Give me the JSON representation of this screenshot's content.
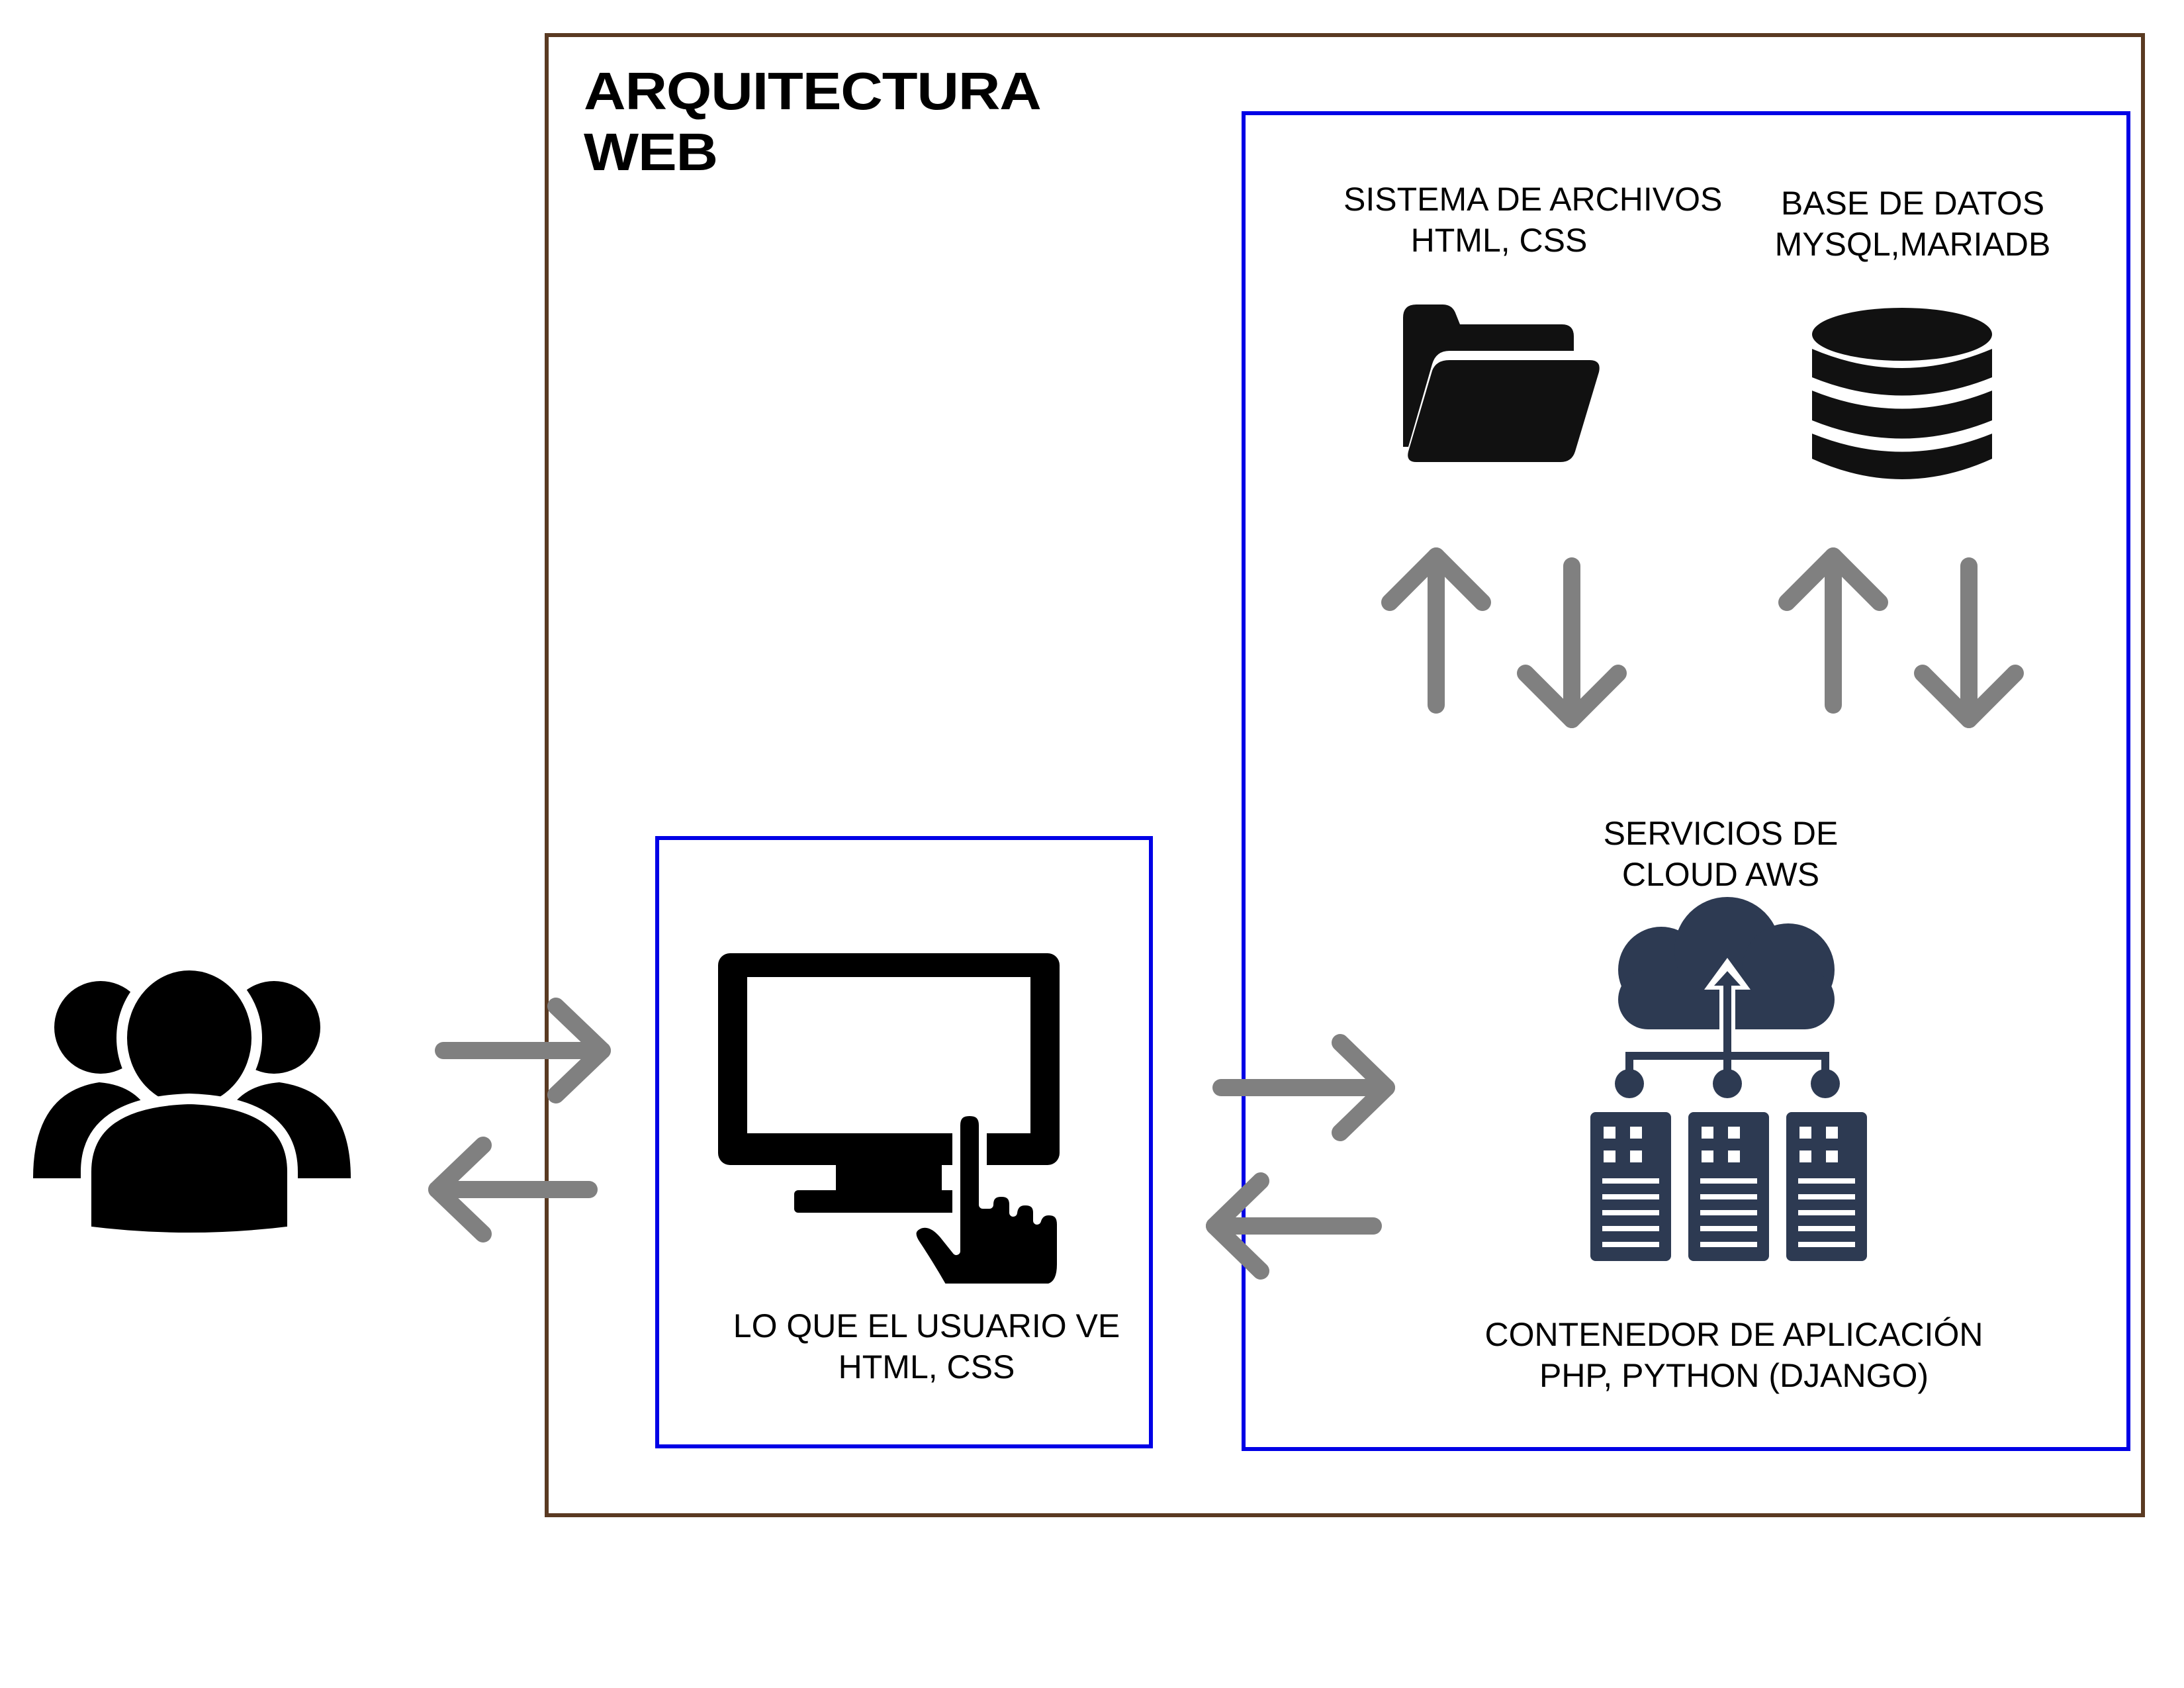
{
  "diagram": {
    "title": {
      "line1": "ARQUITECTURA",
      "line2": "WEB"
    },
    "client": {
      "line1": "LO QUE EL USUARIO VE",
      "line2": "HTML, CSS"
    },
    "filesystem": {
      "line1": "SISTEMA DE ARCHIVOS",
      "line2": "HTML, CSS"
    },
    "database": {
      "line1": "BASE DE DATOS",
      "line2": "MYSQL,MARIADB"
    },
    "cloud": {
      "line1": "SERVICIOS DE",
      "line2": "CLOUD AWS"
    },
    "app_container": {
      "line1": "CONTENEDOR DE APLICACIÓN",
      "line2": "PHP, PYTHON (DJANGO)"
    },
    "icons": {
      "users": "users-group-icon",
      "monitor": "touch-monitor-icon",
      "folder": "folder-icon",
      "database": "database-icon",
      "cloud": "cloud-upload-icon",
      "servers": "server-racks-icon",
      "arrows": "exchange-arrows-icon"
    },
    "colors": {
      "outer_frame": "#5a3a22",
      "inner_boxes": "#0000e6",
      "arrows": "#808080",
      "icons": "#111111",
      "cloud_icons": "#2d3a52"
    }
  }
}
